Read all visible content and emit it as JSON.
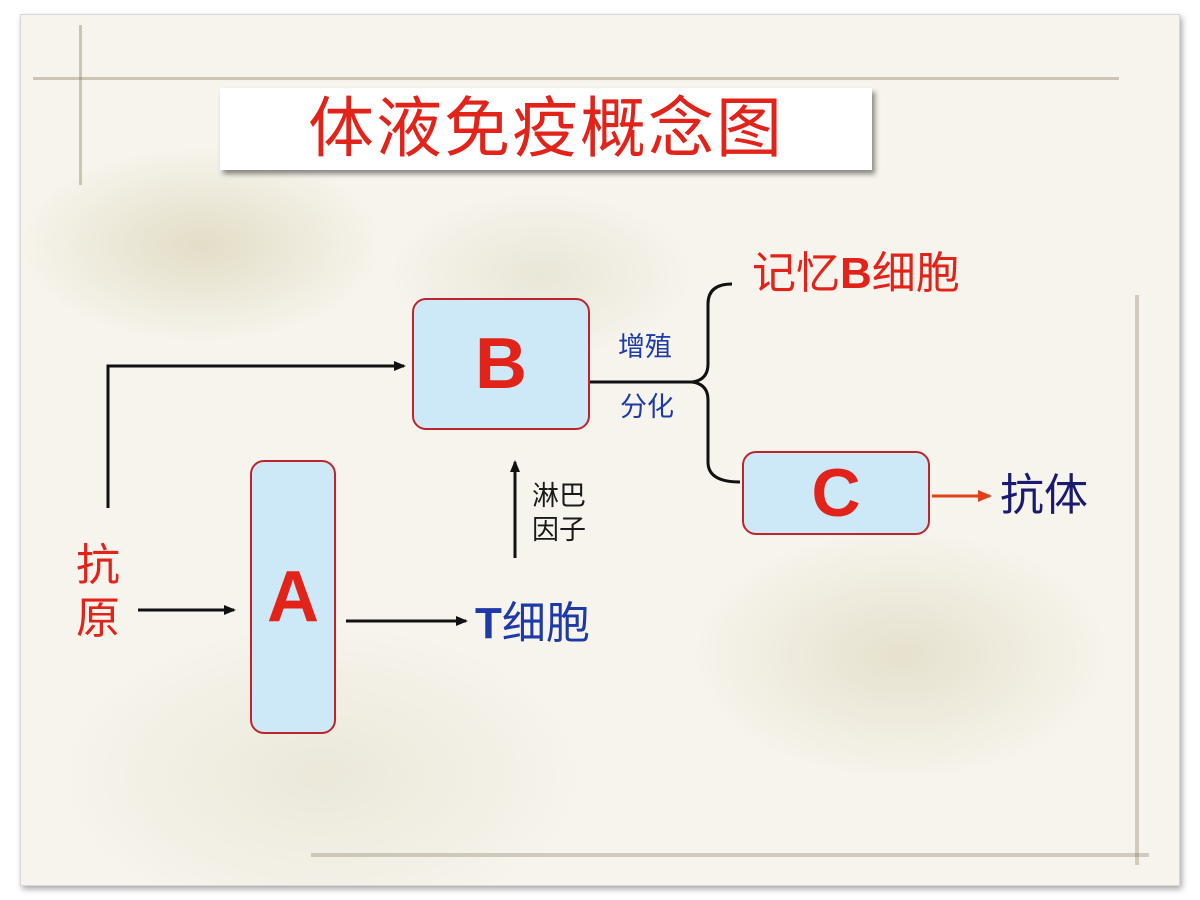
{
  "title": "体液免疫概念图",
  "nodes": {
    "a": "A",
    "b": "B",
    "c": "C"
  },
  "labels": {
    "antigen": "抗原",
    "t_cell_prefix": "T",
    "t_cell_suffix": "细胞",
    "lymphokine": "淋巴因子",
    "proliferation": "增殖",
    "differentiation": "分化",
    "memory_prefix": "记忆",
    "memory_letter": "B",
    "memory_suffix": "细胞",
    "antibody": "抗体"
  },
  "colors": {
    "title": "#e2231a",
    "node_fill": "#cde9f8",
    "node_border": "#c0232a",
    "accent_blue": "#1e3aa8",
    "antibody_arrow": "#e2421a"
  }
}
